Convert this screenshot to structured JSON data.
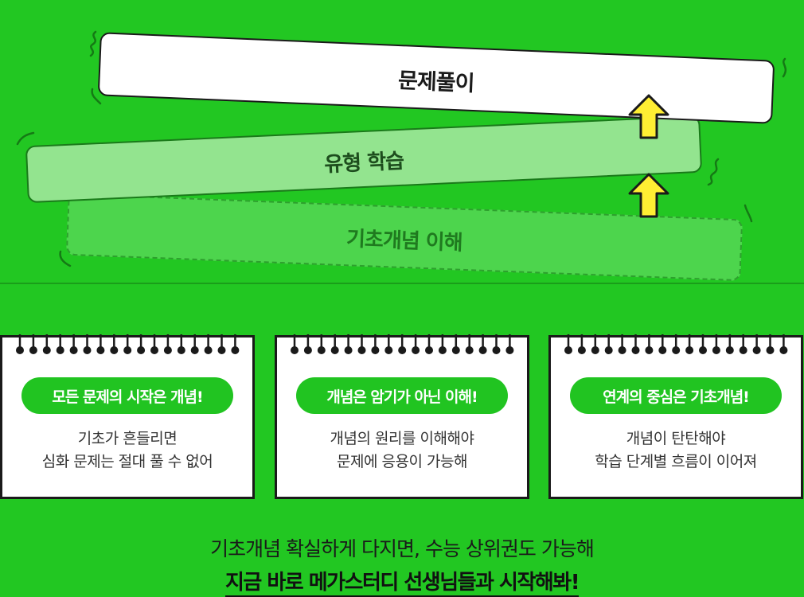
{
  "steps": {
    "top_label": "문제풀이",
    "mid_label": "유형 학습",
    "bottom_label": "기초개념 이해"
  },
  "cards": [
    {
      "badge": "모든 문제의 시작은 개념!",
      "line1": "기초가 흔들리면",
      "line2": "심화 문제는 절대 풀 수 없어"
    },
    {
      "badge": "개념은 암기가 아닌 이해!",
      "line1": "개념의 원리를 이해해야",
      "line2": "문제에 응용이 가능해"
    },
    {
      "badge": "연계의 중심은 기초개념!",
      "line1": "개념이 탄탄해야",
      "line2": "학습 단계별 흐름이 이어져"
    }
  ],
  "bottom": {
    "line1": "기초개념 확실하게 다지면, 수능 상위권도 가능해",
    "line2": "지금 바로 메가스터디 선생님들과 시작해봐!"
  },
  "colors": {
    "background": "#22c722",
    "badge": "#21c421",
    "arrow": "#ffee33",
    "mid_bar": "#93e48f",
    "bottom_bar": "#4dd54d"
  },
  "icons": {
    "arrow": "arrow-up-icon",
    "wiggle": "wiggle-mark-icon",
    "rings": "spiral-binding-icon"
  }
}
